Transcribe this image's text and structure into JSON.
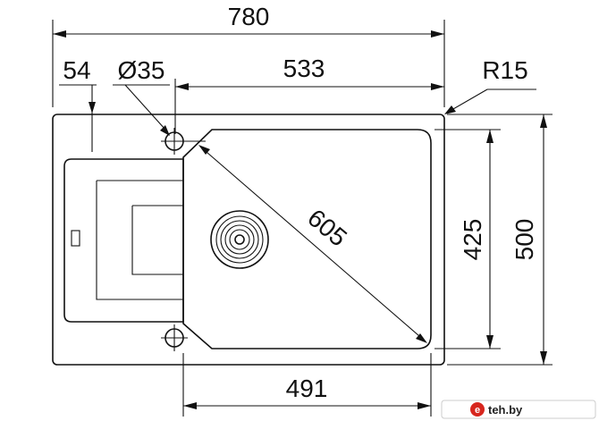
{
  "dimensions": {
    "overall_width": "780",
    "left_offset": "54",
    "tap_hole": "Ø35",
    "bowl_offset": "533",
    "corner_radius": "R15",
    "diagonal": "605",
    "bowl_depth": "425",
    "overall_depth": "500",
    "bowl_width": "491"
  },
  "watermark": {
    "domain": "teh.by",
    "emblem": "e"
  },
  "colors": {
    "ink": "#111111",
    "watermark_red": "#d7261e"
  }
}
